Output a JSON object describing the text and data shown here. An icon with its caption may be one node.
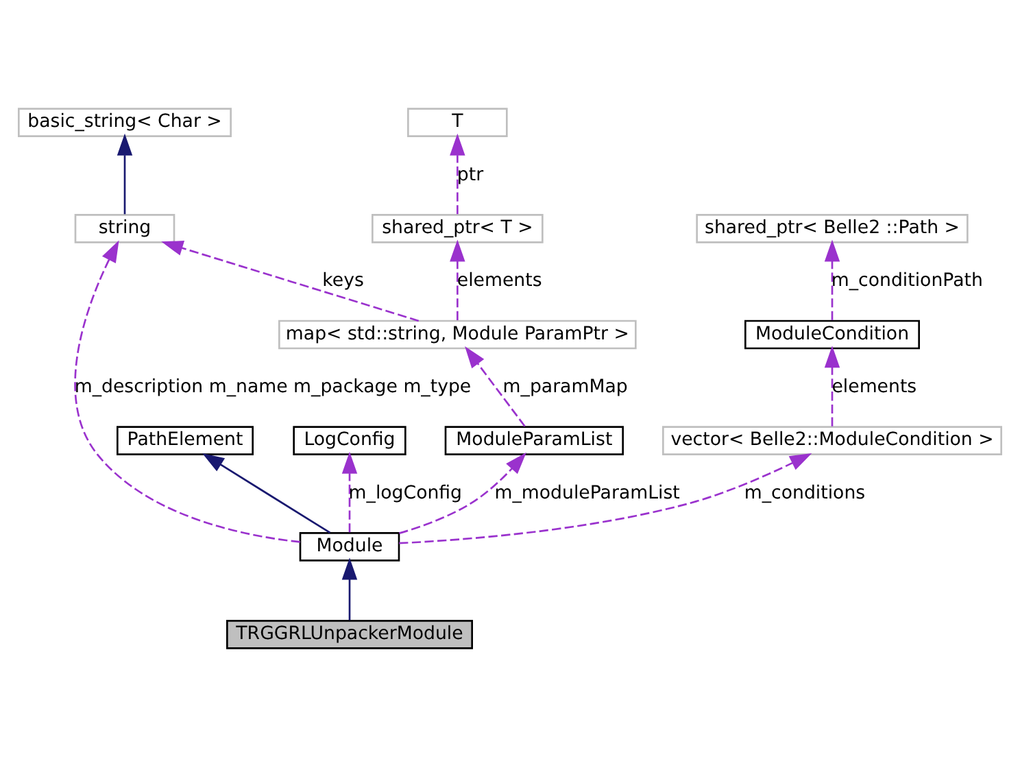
{
  "diagram": {
    "nodes": [
      {
        "text": [
          "T"
        ]
      },
      {
        "text": [
          "basic_string< Char >"
        ]
      },
      {
        "text": [
          "shared_ptr< T >"
        ]
      },
      {
        "text": [
          "string"
        ]
      },
      {
        "text": [
          "shared_ptr< Belle2 ::Path >"
        ]
      },
      {
        "text": [
          "map< std::string, Module ParamPtr >"
        ]
      },
      {
        "text": [
          "ModuleCondition"
        ]
      },
      {
        "text": [
          "PathElement"
        ]
      },
      {
        "text": [
          "LogConfig"
        ]
      },
      {
        "text": [
          "ModuleParamList"
        ]
      },
      {
        "text": [
          "vector< Belle2::ModuleCondition >"
        ]
      },
      {
        "text": [
          "Module"
        ]
      },
      {
        "text": [
          "TRGGRLUnpackerModule"
        ]
      }
    ],
    "edges": [
      {
        "from": 2,
        "to": 0,
        "arrow": "to",
        "label": "ptr",
        "style": "dashed"
      },
      {
        "from": 3,
        "to": 1,
        "arrow": "to",
        "color": "#191970"
      },
      {
        "from": 5,
        "to": 2,
        "arrow": "to",
        "label": "elements",
        "style": "dashed"
      },
      {
        "from": 5,
        "to": 3,
        "arrow": "to",
        "label": "keys",
        "style": "dashed"
      },
      {
        "from": 6,
        "to": 4,
        "arrow": "to",
        "label": "m_conditionPath",
        "style": "dashed"
      },
      {
        "from": 9,
        "to": 5,
        "arrow": "to",
        "label": "m_paramMap",
        "style": "dashed"
      },
      {
        "from": 10,
        "to": 6,
        "arrow": "to",
        "label": "elements",
        "style": "dashed"
      },
      {
        "from": 11,
        "to": 7,
        "arrow": "to",
        "color": "#191970"
      },
      {
        "from": 11,
        "to": 8,
        "arrow": "to",
        "label": "m_logConfig",
        "style": "dashed"
      },
      {
        "from": 11,
        "to": 9,
        "arrow": "to",
        "label": "m_moduleParamList",
        "style": "dashed"
      },
      {
        "from": 11,
        "to": 3,
        "arrow": "to",
        "label": "m_description m_name m_package m_type",
        "style": "dashed"
      },
      {
        "from": 11,
        "to": 10,
        "arrow": "to",
        "label": "m_conditions",
        "style": "dashed"
      },
      {
        "from": 12,
        "to": 11,
        "arrow": "to",
        "color": "#191970"
      }
    ]
  }
}
